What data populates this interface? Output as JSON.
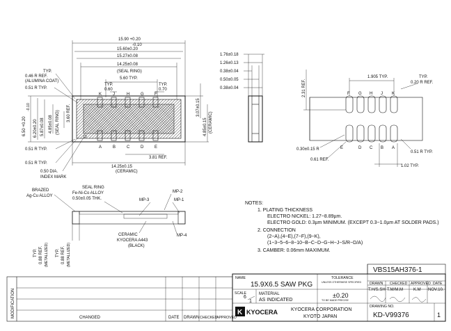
{
  "top_view": {
    "dims_top": [
      "15.90 +0.20",
      "-0.10",
      "15.60±0.20",
      "15.27±0.08",
      "14.25±0.08",
      "(SEAL RING)",
      "5.60 TYP."
    ],
    "dims_left": [
      "6.50 +0.20",
      "-0.10",
      "6.20±0.20",
      "5.87±0.08",
      "4.85±0.08",
      "(SEAL RING)",
      "3.60 REF."
    ],
    "callouts": [
      "TYP.",
      "0.46 R REF.",
      "(ALUMINA COAT)",
      "0.51 R TYP.",
      "0.51 R TYP.",
      "0.51 R TYP.",
      "0.50 DIA.",
      "INDEX MARK"
    ],
    "pitch": [
      "0.60",
      "TYP.",
      "0.70",
      "TYP."
    ],
    "pads_top": [
      "K",
      "J",
      "H",
      "G",
      "F"
    ],
    "pads_bottom": [
      "A",
      "B",
      "C",
      "D",
      "E"
    ],
    "dims_bottom": [
      "3.81 REF.",
      "14.25±0.15",
      "(CERAMIC)"
    ],
    "dims_right": [
      "3.07±0.15",
      "4.85±0.15",
      "(CERAMIC)"
    ]
  },
  "side_view": {
    "dims": [
      "1.76±0.18",
      "1.26±0.13",
      "0.38±0.04",
      "0.50±0.05",
      "0.38±0.04"
    ]
  },
  "bottom_view": {
    "dims": [
      "1.905 TYP.",
      "TYP.",
      "0.20 R REF.",
      "2.31 REF.",
      "0.30±0.15 R",
      "0.61 REF.",
      "0.51 R TYP.",
      "1.02 TYP."
    ],
    "pads_top": [
      "F",
      "G",
      "H",
      "J",
      "K"
    ],
    "pads_bottom": [
      "E",
      "D",
      "C",
      "B",
      "A"
    ]
  },
  "section_view": {
    "labels": [
      "BRAZED",
      "Ag-Cu ALLOY",
      "SEAL RING",
      "Fe-Ni-Co ALLOY",
      "0.50±0.05 THK.",
      "MP-2",
      "MP-1",
      "MP-3",
      "MP-4",
      "CERAMIC",
      "KYOCERA A443",
      "(BLACK)"
    ],
    "dims": [
      "TYP.",
      "0.88 REF.",
      "(METALLIZED)",
      "TYP.",
      "0.88 REF.",
      "(METALLIZED)"
    ]
  },
  "notes": [
    "NOTES:",
    "1.  PLATING THICKNESS",
    "ELECTRO NICKEL: 1.27~8.89µm.",
    "ELECTRO GOLD: 0.3µm MINIMUM. (EXCEPT 0.3~1.0µm AT SOLDER PADS.)",
    "2.  CONNECTION",
    "(2~A),(4~E),(7~F),(9~K),",
    "(1~3~5~6~8~10~B~C~D~G~H~J~S/R~D/A)",
    "3.  CAMBER: 0.06mm MAXIMUM."
  ],
  "title_block": {
    "name_label": "NAME",
    "name": "15.9X6.5 SAW PKG",
    "tolerance_label": "TOLERANCE",
    "tolerance_small": "UNLESS OTHERWISE SPECIFIED",
    "tolerance": "±0.20",
    "tolerance_small2": "TO BE MADE PRECISE",
    "part_number": "VBS15AH376-1",
    "drawn_label": "DRAWN",
    "checked_label": "CHECKED",
    "approved_label": "APPROVED",
    "date_label": "DATE",
    "drawn_by": "T.H/S.SH",
    "checked_by": "T.M/M.M",
    "approved_by": "K.M",
    "date": "NOV.10.",
    "scale_label": "SCALE",
    "scale_num": "6",
    "scale_den": "1",
    "material_label": "MATERIAL",
    "material": "AS INDICATED",
    "company": "KYOCERA CORPORATION",
    "city": "KYOTO JAPAN",
    "logo": "KYOCERA",
    "drawing_no_label": "DRAWING NO.",
    "drawing_no": "KD-V99376",
    "sheet": "1",
    "rev_side": "MODIFICATION",
    "rev_cols": [
      "CHANGED",
      "DATE",
      "DRAWN",
      "CHECKED",
      "APPROVED"
    ]
  }
}
